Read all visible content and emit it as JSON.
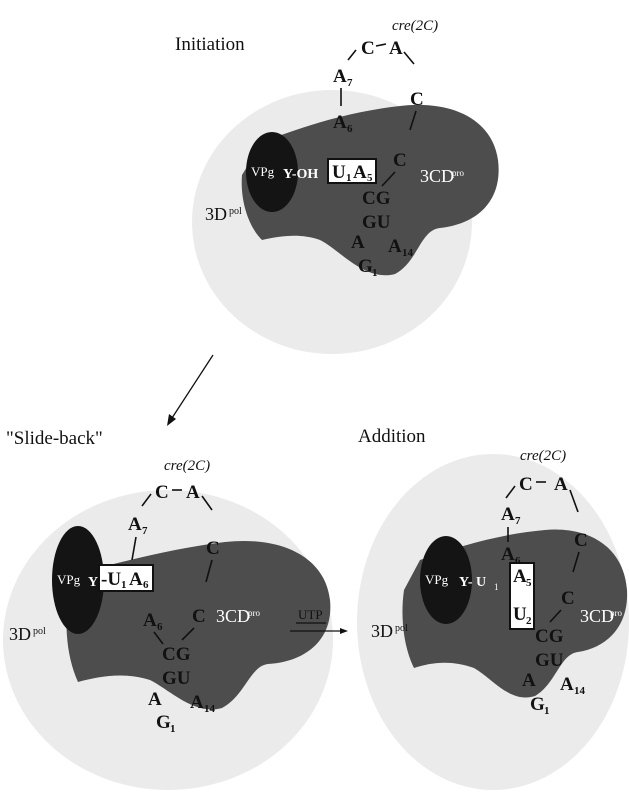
{
  "panels": {
    "initiation": {
      "title": "Initiation",
      "cre": "cre(2C)",
      "vpg": "VPg",
      "tyr_oh": "Y-OH",
      "pol": "3D",
      "pol_sup": "pol",
      "cd": "3CD",
      "cd_sup": "pro",
      "nt_C_top": "C",
      "nt_A_top": "A",
      "nt_A7": "A",
      "nt_A7_sub": "7",
      "nt_A6": "A",
      "nt_A6_sub": "6",
      "nt_C_right1": "C",
      "nt_C_right2": "C",
      "nt_U1": "U",
      "nt_U1_sub": "1",
      "nt_A5": "A",
      "nt_A5_sub": "5",
      "nt_CG": "CG",
      "nt_GU": "GU",
      "nt_A_bot": "A",
      "nt_A14": "A",
      "nt_A14_sub": "14",
      "nt_G1": "G",
      "nt_G1_sub": "1"
    },
    "slideback": {
      "title": "\"Slide-back\"",
      "cre": "cre(2C)",
      "vpg": "VPg",
      "tyr": "Y",
      "link": "-U",
      "link_sub": "1",
      "box_A": "A",
      "box_A_sub": "6",
      "pol": "3D",
      "pol_sup": "pol",
      "cd": "3CD",
      "cd_sup": "pro",
      "nt_C_top": "C",
      "nt_A_top": "A",
      "nt_A7": "A",
      "nt_A7_sub": "7",
      "nt_C_right1": "C",
      "nt_C_right2": "C",
      "nt_A6": "A",
      "nt_A6_sub": "6",
      "nt_CG": "CG",
      "nt_GU": "GU",
      "nt_A_bot": "A",
      "nt_A14": "A",
      "nt_A14_sub": "14",
      "nt_G1": "G",
      "nt_G1_sub": "1"
    },
    "addition": {
      "title": "Addition",
      "cre": "cre(2C)",
      "vpg": "VPg",
      "link": "Y- U",
      "link_sub": "1",
      "pol": "3D",
      "pol_sup": "pol",
      "cd": "3CD",
      "cd_sup": "pro",
      "nt_C_top": "C",
      "nt_A_top": "A",
      "nt_A7": "A",
      "nt_A7_sub": "7",
      "nt_A6": "A",
      "nt_A6_sub": "6",
      "nt_C_right1": "C",
      "nt_C_right2": "C",
      "box_A": "A",
      "box_A_sub": "5",
      "box_U": "U",
      "box_U_sub": "2",
      "nt_CG": "CG",
      "nt_GU": "GU",
      "nt_A_bot": "A",
      "nt_A14": "A",
      "nt_A14_sub": "14",
      "nt_G1": "G",
      "nt_G1_sub": "1"
    }
  },
  "utp_label": "UTP",
  "colors": {
    "background_blob": "#ebebeb",
    "protein_dark": "#4d4d4d",
    "vpg_black": "#141414"
  }
}
